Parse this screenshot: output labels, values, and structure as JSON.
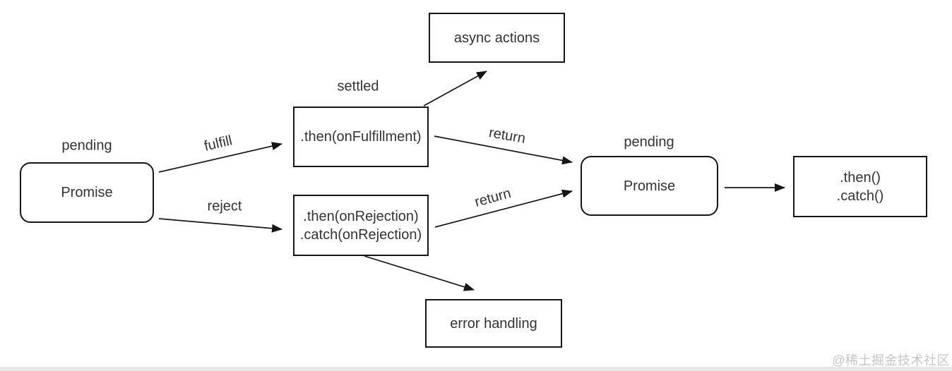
{
  "diagram": {
    "promise1": {
      "label": "Promise",
      "state": "pending"
    },
    "fulfillment_handler": {
      "label": ".then(onFulfillment)",
      "state": "settled"
    },
    "rejection_handler": {
      "line1": ".then(onRejection)",
      "line2": ".catch(onRejection)"
    },
    "async_actions": {
      "label": "async actions"
    },
    "error_handling": {
      "label": "error handling"
    },
    "promise2": {
      "label": "Promise",
      "state": "pending"
    },
    "chain_handler": {
      "line1": ".then()",
      "line2": ".catch()"
    },
    "edge_labels": {
      "fulfill": "fulfill",
      "reject": "reject",
      "return_fulfilled": "return",
      "return_rejected": "return"
    },
    "colors": {
      "stroke": "#161616",
      "text": "#333338",
      "watermark": "#c6c6c6",
      "footer_bar": "#e8e8e8"
    }
  },
  "watermark": {
    "text": "@稀土掘金技术社区"
  }
}
